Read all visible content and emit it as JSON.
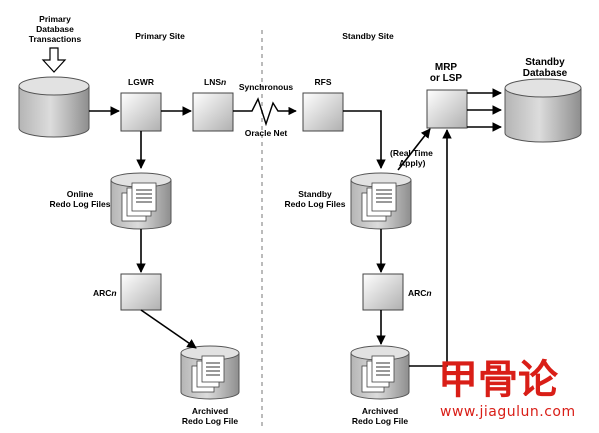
{
  "labels": {
    "primary_transactions": [
      "Primary",
      "Database",
      "Transactions"
    ],
    "primary_site": "Primary Site",
    "standby_site": "Standby Site",
    "lgwr": "LGWR",
    "lns": "LNS",
    "lns_suffix": "n",
    "synchronous": "Synchronous",
    "oracle_net": "Oracle Net",
    "rfs": "RFS",
    "mrp": [
      "MRP",
      "or LSP"
    ],
    "standby_database": [
      "Standby",
      "Database"
    ],
    "real_time_apply": [
      "(Real Time",
      "Apply)"
    ],
    "online_redo": [
      "Online",
      "Redo Log Files"
    ],
    "standby_redo": [
      "Standby",
      "Redo Log Files"
    ],
    "arc_primary": "ARC",
    "arc_primary_suffix": "n",
    "arc_standby": "ARC",
    "arc_standby_suffix": "n",
    "archived_primary": [
      "Archived",
      "Redo Log File"
    ],
    "archived_standby": [
      "Archived",
      "Redo Log File"
    ]
  },
  "watermark": {
    "chinese": "甲骨论",
    "url": "www.jiagulun.com",
    "color": "#d91e17"
  },
  "colors": {
    "cylinder_top": "#e4e4e4",
    "cylinder_body_light": "#d0d0d0",
    "cylinder_body_dark": "#9a9a9a",
    "box_light": "#ffffff",
    "box_dark": "#b8b8b8",
    "divider": "#bbbbbb"
  }
}
